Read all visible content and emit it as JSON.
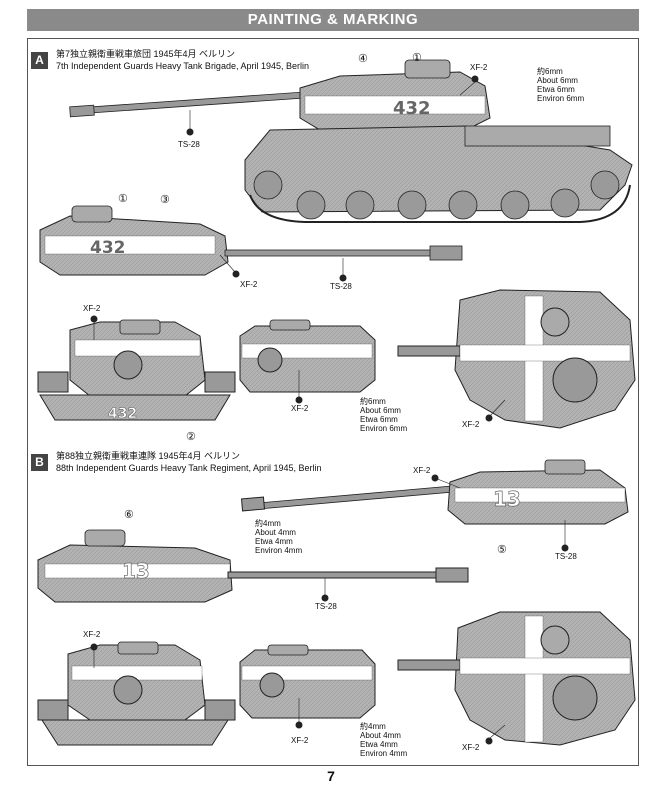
{
  "header": {
    "title": "PAINTING & MARKING"
  },
  "section_a": {
    "badge": "A",
    "caption_jp": "第7独立親衛重戦車旅団 1945年4月 ベルリン",
    "caption_en": "7th Independent Guards Heavy Tank Brigade, April 1945, Berlin",
    "hull_number": "432",
    "callouts": [
      "①",
      "④",
      "①",
      "③",
      "②"
    ],
    "paint_xf2": "XF-2",
    "paint_ts28": "TS-28",
    "dim_jp": "約6mm",
    "dim_about": "About 6mm",
    "dim_etwa": "Etwa 6mm",
    "dim_environ": "Environ 6mm"
  },
  "section_b": {
    "badge": "B",
    "caption_jp": "第88独立親衛重戦車連隊 1945年4月 ベルリン",
    "caption_en": "88th Independent Guards Heavy Tank Regiment, April 1945, Berlin",
    "hull_number": "13",
    "callouts": [
      "⑥",
      "⑤"
    ],
    "paint_xf2": "XF-2",
    "paint_ts28": "TS-28",
    "dim_jp": "約4mm",
    "dim_about": "About 4mm",
    "dim_etwa": "Etwa 4mm",
    "dim_environ": "Environ 4mm"
  },
  "page_number": "7",
  "colors": {
    "header_bg": "#8a8a8a",
    "tank_fill": "#b3b3b3",
    "tank_dark": "#6e6e6e",
    "stripe": "#ffffff"
  }
}
